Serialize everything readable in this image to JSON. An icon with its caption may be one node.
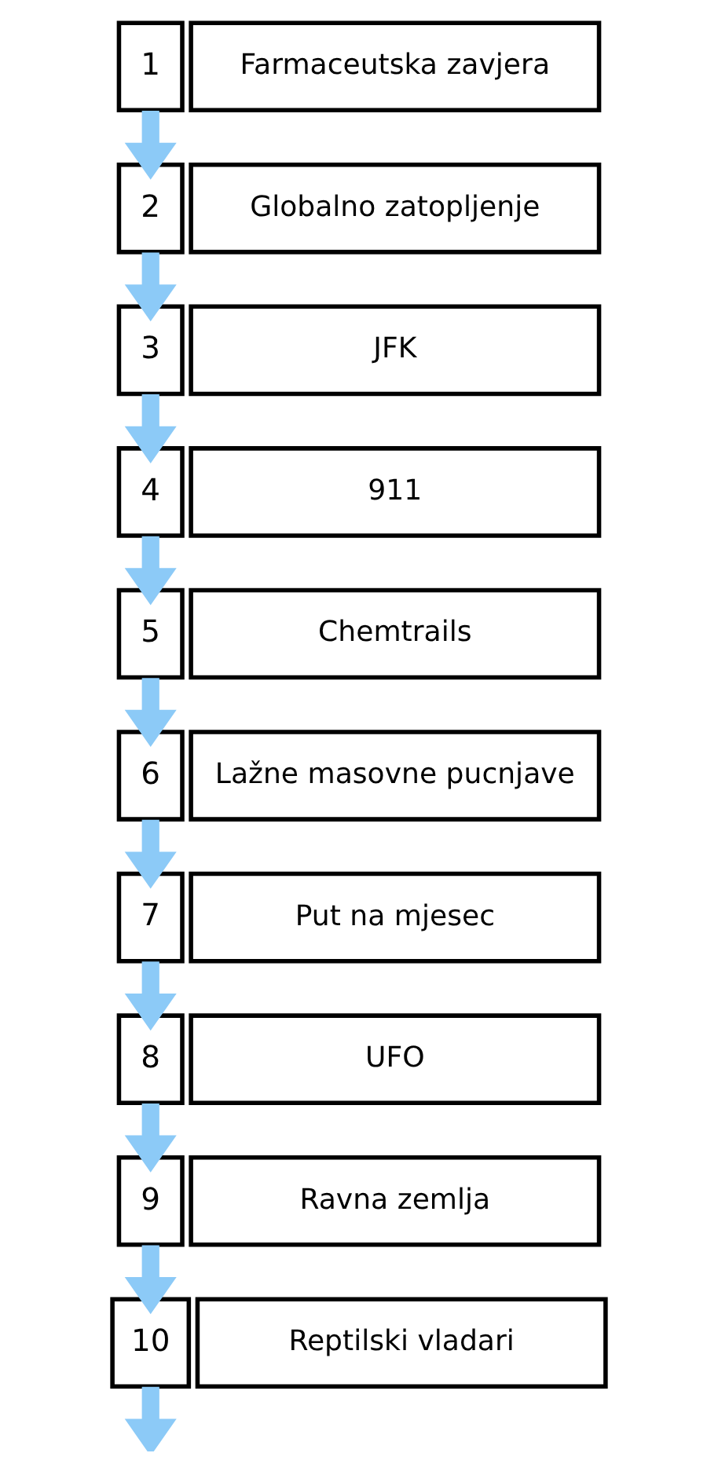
{
  "diagram": {
    "nodes": [
      {
        "text": [
          "1"
        ]
      },
      {
        "text": [
          "Farmaceutska zavjera"
        ]
      },
      {
        "text": [
          "2"
        ]
      },
      {
        "text": [
          "Globalno zatopljenje"
        ]
      },
      {
        "text": [
          "3"
        ]
      },
      {
        "text": [
          "JFK"
        ]
      },
      {
        "text": [
          "4"
        ]
      },
      {
        "text": [
          "911"
        ]
      },
      {
        "text": [
          "5"
        ]
      },
      {
        "text": [
          "Chemtrails"
        ]
      },
      {
        "text": [
          "6"
        ]
      },
      {
        "text": [
          "Lažne masovne pucnjave"
        ]
      },
      {
        "text": [
          "7"
        ]
      },
      {
        "text": [
          "Put na mjesec"
        ]
      },
      {
        "text": [
          "8"
        ]
      },
      {
        "text": [
          "UFO"
        ]
      },
      {
        "text": [
          "9"
        ]
      },
      {
        "text": [
          "Ravna zemlja"
        ]
      },
      {
        "text": [
          "10"
        ]
      },
      {
        "text": [
          "Reptilski vladari"
        ]
      }
    ],
    "edges": [
      {
        "from": 0,
        "to": 2,
        "arrow": "to"
      },
      {
        "from": 2,
        "to": 4,
        "arrow": "to"
      },
      {
        "from": 4,
        "to": 6,
        "arrow": "to"
      },
      {
        "from": 6,
        "to": 8,
        "arrow": "to"
      },
      {
        "from": 8,
        "to": 10,
        "arrow": "to"
      },
      {
        "from": 10,
        "to": 12,
        "arrow": "to"
      },
      {
        "from": 12,
        "to": 14,
        "arrow": "to"
      },
      {
        "from": 14,
        "to": 16,
        "arrow": "to"
      },
      {
        "from": 16,
        "to": 18,
        "arrow": "to"
      },
      {
        "from": 18,
        "to": null,
        "arrow": "to"
      }
    ]
  }
}
